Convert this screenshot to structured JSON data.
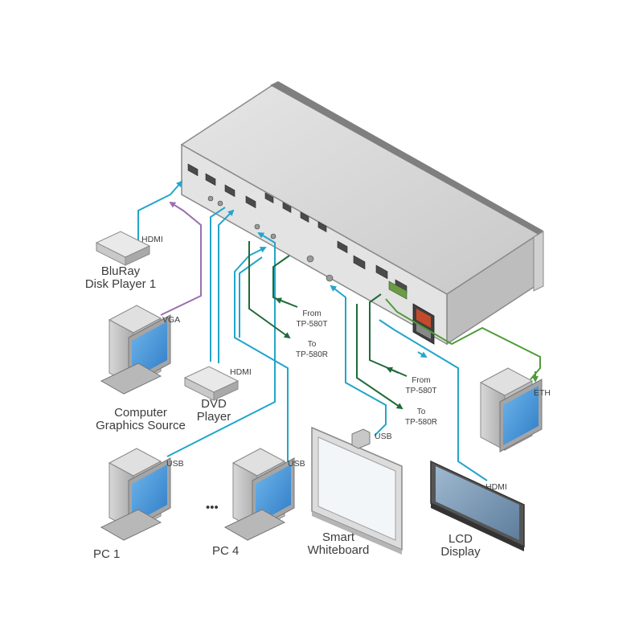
{
  "devices": {
    "bluray": "BluRay\nDisk Player 1",
    "computer_graphics": "Computer\nGraphics Source",
    "dvd": "DVD\nPlayer",
    "pc1": "PC 1",
    "pc4": "PC 4",
    "smart_whiteboard": "Smart\nWhiteboard",
    "lcd_display": "LCD\nDisplay"
  },
  "connections": {
    "hdmi_bluray": "HDMI",
    "vga": "VGA",
    "hdmi_dvd": "HDMI",
    "usb_pc1": "USB",
    "usb_pc4": "USB",
    "usb_whiteboard": "USB",
    "hdmi_lcd": "HDMI",
    "eth": "ETH",
    "from_tp580t_1": "From\nTP-580T",
    "to_tp580r_1": "To\nTP-580R",
    "from_tp580t_2": "From\nTP-580T",
    "to_tp580r_2": "To\nTP-580R"
  },
  "ellipsis": "•••",
  "colors": {
    "hdmi_cable": "#22a6c9",
    "vga_cable": "#9a70b0",
    "tp_cable": "#1f6b3a",
    "eth_cable": "#4f9c3a",
    "chassis": "#d9d9d9",
    "chassis_edge": "#8a8a8a",
    "screen": "#3d8fd6",
    "text": "#3c3c3c"
  }
}
